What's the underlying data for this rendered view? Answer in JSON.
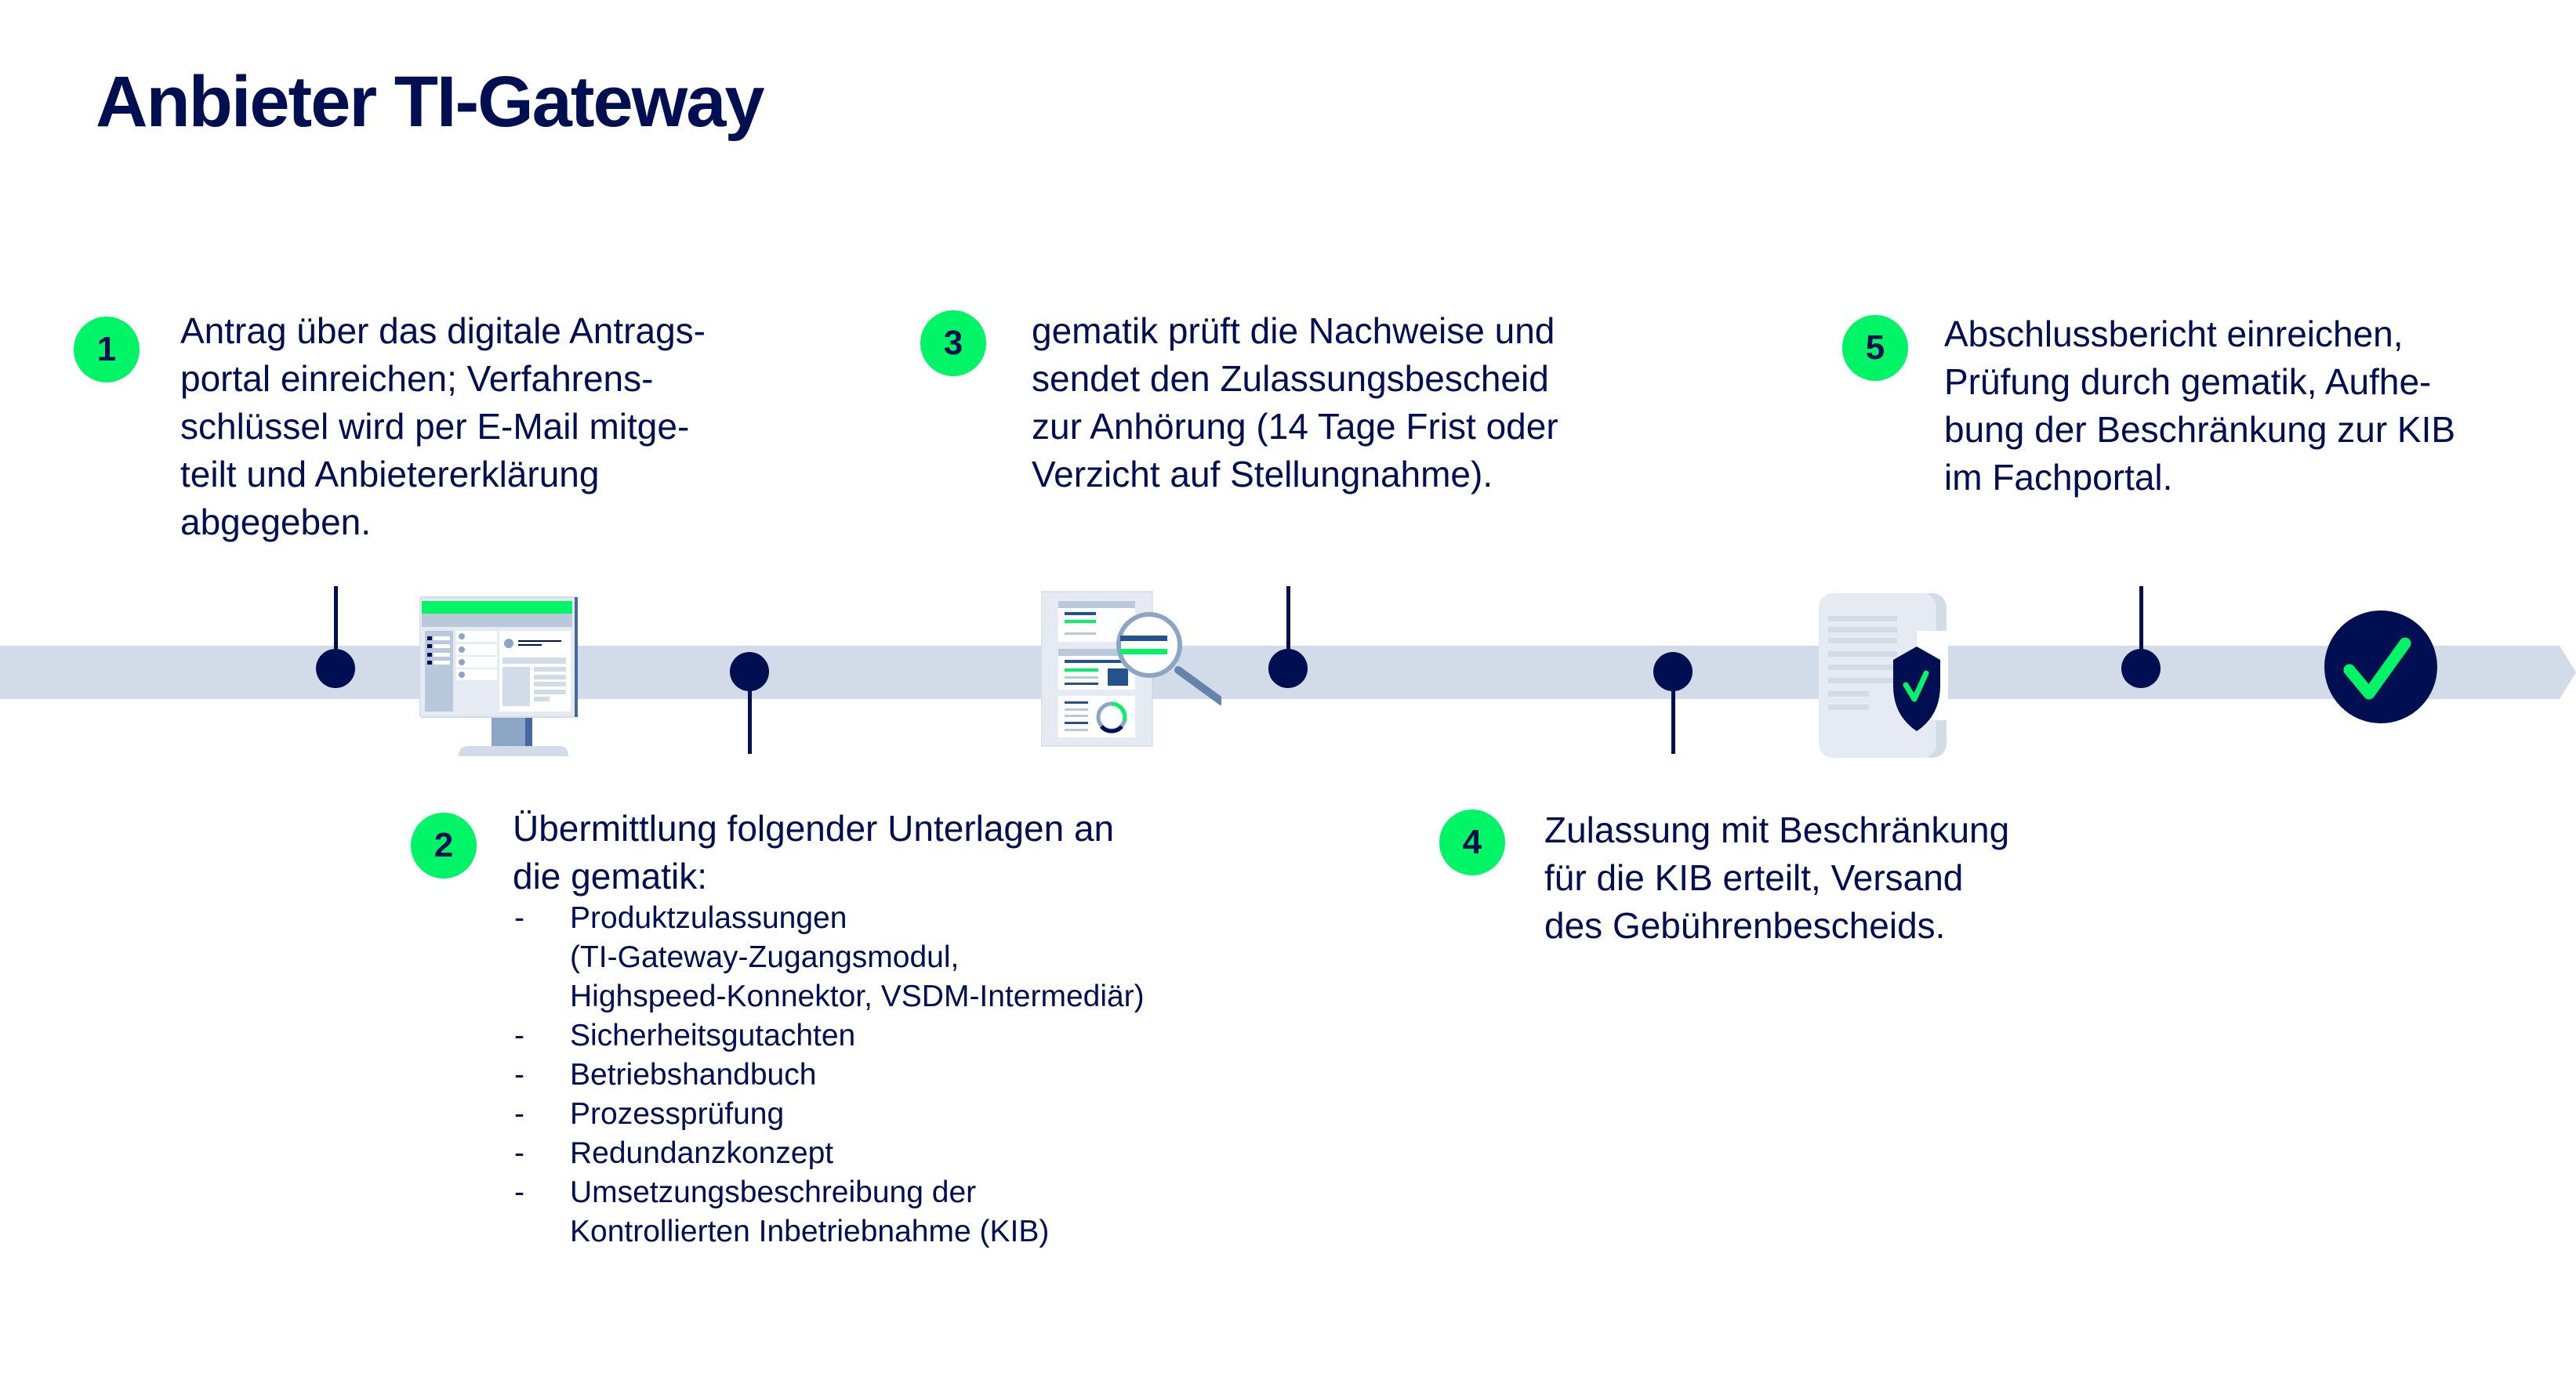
{
  "title": "Anbieter TI-Gateway",
  "colors": {
    "navy": "#000e52",
    "green": "#00f566",
    "band": "#d2dce8"
  },
  "steps": [
    {
      "number": "1",
      "text": "Antrag über das digitale Antrags-\nportal einreichen; Verfahrens-\nschlüssel wird per E-Mail mitge-\nteilt und Anbietererklärung\nabgegeben."
    },
    {
      "number": "2",
      "text": "Übermittlung folgender Unterlagen an\ndie gematik:",
      "list_dash": "-",
      "items": [
        "Produktzulassungen\n(TI-Gateway-Zugangsmodul,\nHighspeed-Konnektor, VSDM-Intermediär)",
        "Sicherheitsgutachten",
        "Betriebshandbuch",
        "Prozessprüfung",
        "Redundanzkonzept",
        "Umsetzungsbeschreibung der\nKontrollierten Inbetriebnahme (KIB)"
      ]
    },
    {
      "number": "3",
      "text": "gematik prüft die Nachweise und\nsendet den Zulassungsbescheid\nzur Anhörung (14 Tage Frist oder\nVerzicht auf Stellungnahme)."
    },
    {
      "number": "4",
      "text": "Zulassung mit Beschränkung\nfür die KIB erteilt, Versand\ndes Gebührenbescheids."
    },
    {
      "number": "5",
      "text": "Abschlussbericht einreichen,\nPrüfung durch gematik, Aufhe-\nbung der Beschränkung zur KIB\nim Fachportal."
    }
  ],
  "icons": {
    "step1": "monitor-portal-icon",
    "step3": "document-magnifier-icon",
    "step5": "scroll-shield-check-icon",
    "final": "check-circle-icon"
  }
}
